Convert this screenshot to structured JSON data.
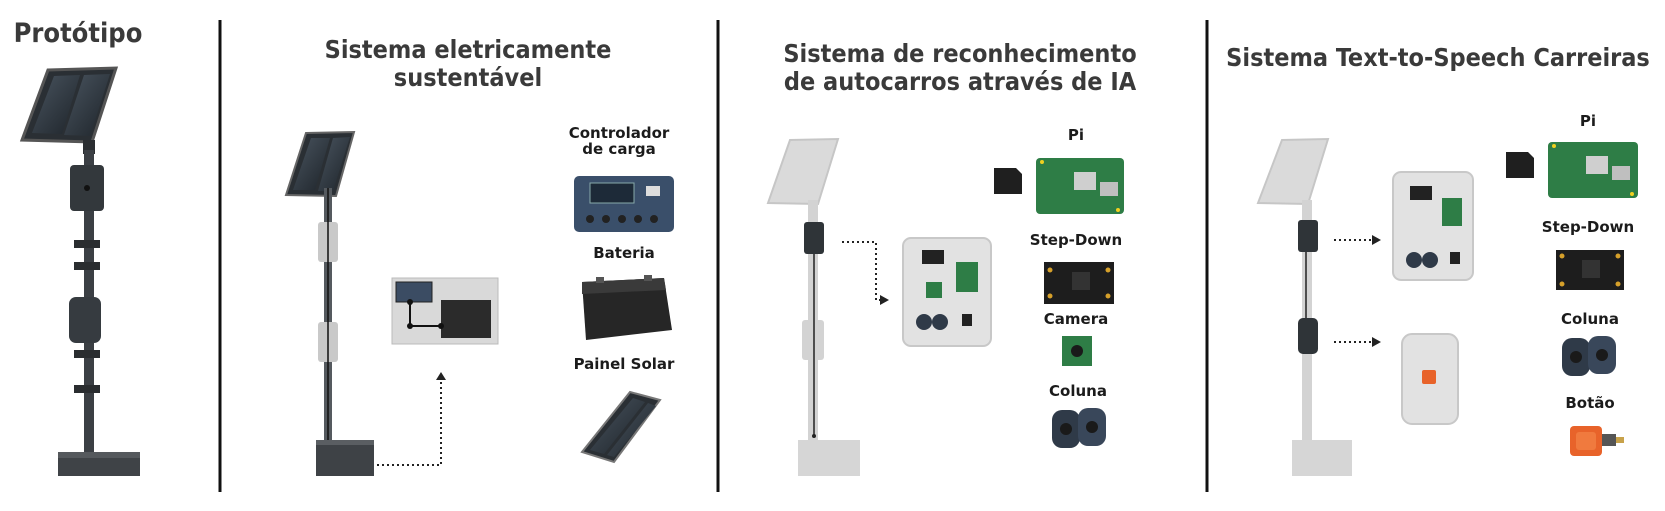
{
  "panels": [
    {
      "title": "Protótipo"
    },
    {
      "title_lines": [
        "Sistema eletricamente",
        "sustentável"
      ],
      "components": [
        "Controlador de carga",
        "Bateria",
        "Painel Solar"
      ],
      "component_lines": {
        "controller": [
          "Controlador",
          "de carga"
        ]
      }
    },
    {
      "title_lines": [
        "Sistema de reconhecimento",
        "de autocarros através de IA"
      ],
      "components": [
        "Pi",
        "Step-Down",
        "Camera",
        "Coluna"
      ]
    },
    {
      "title": "Sistema Text-to-Speech Carreiras",
      "components": [
        "Pi",
        "Step-Down",
        "Coluna",
        "Botão"
      ]
    }
  ],
  "colors": {
    "title": "#3a3a3a",
    "label": "#1b1b1b",
    "pole": "#3b3f44",
    "faded": "#d7d7d7",
    "board": "#2e7d46",
    "button": "#e8632a"
  }
}
